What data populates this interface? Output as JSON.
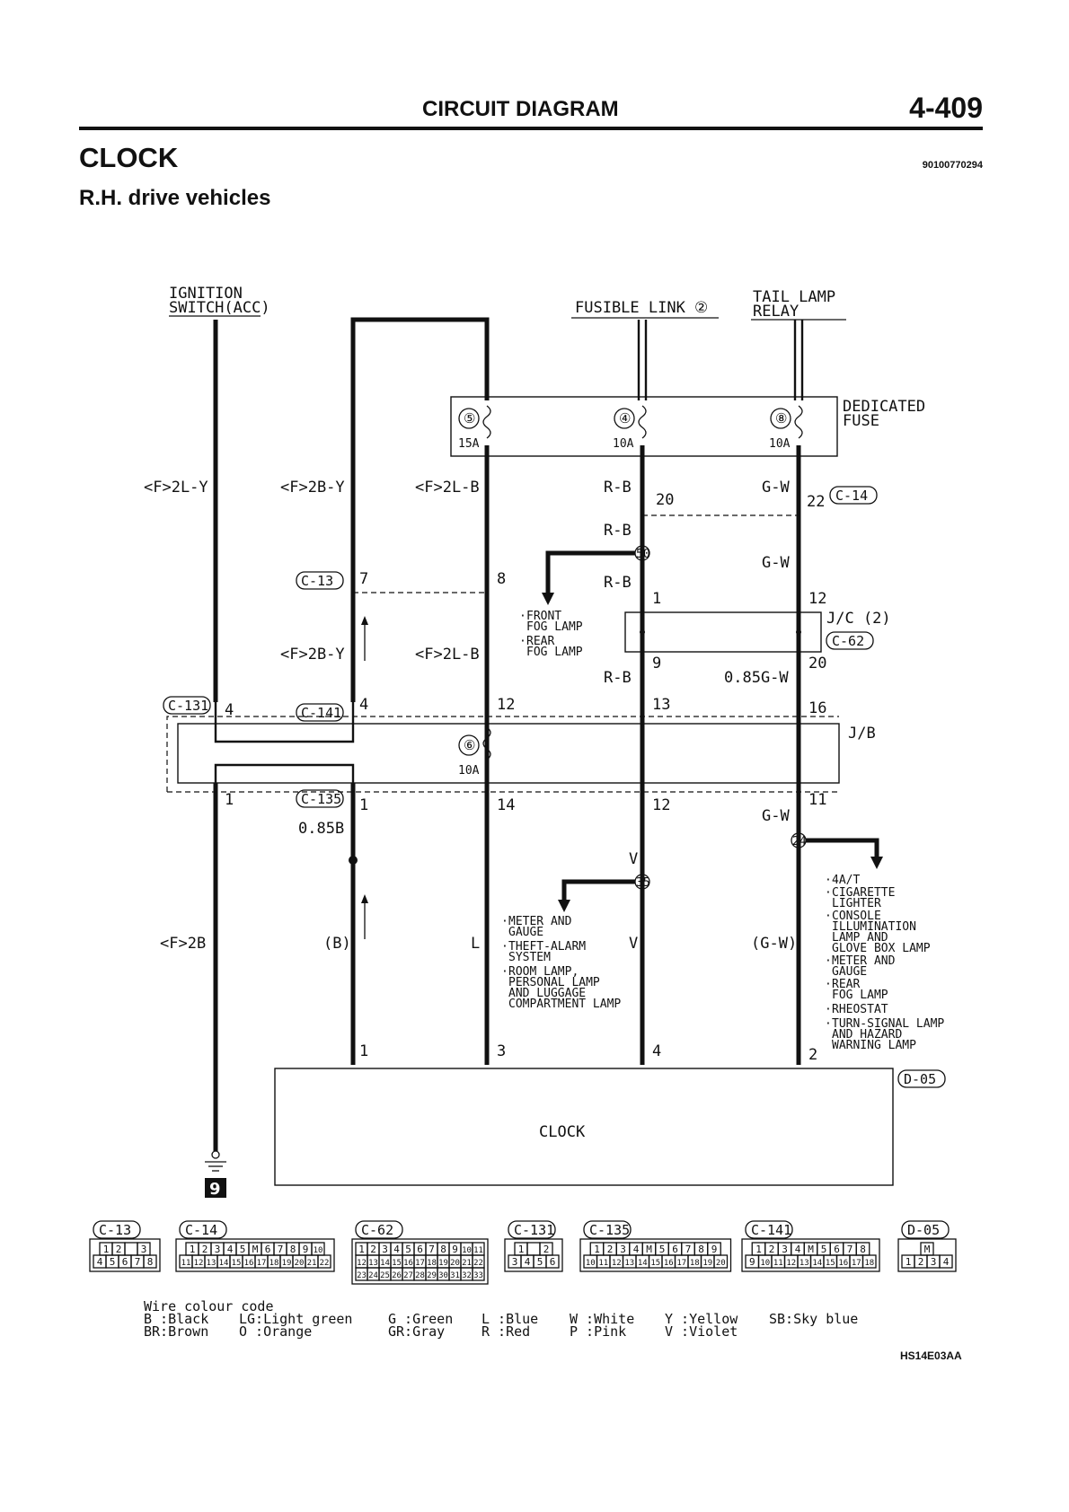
{
  "header": {
    "title": "CIRCUIT DIAGRAM",
    "page_number": "4-409",
    "section": "CLOCK",
    "section_code": "90100770294",
    "subtitle": "R.H. drive vehicles"
  },
  "sources": {
    "ignition": [
      "IGNITION",
      "SWITCH(ACC)"
    ],
    "fusible_link": "FUSIBLE LINK ②",
    "tail_lamp": [
      "TAIL LAMP",
      "RELAY"
    ]
  },
  "dedicated_fuse": {
    "label": [
      "DEDICATED",
      "FUSE"
    ],
    "fuses": [
      {
        "no": "⑤",
        "rating": "15A"
      },
      {
        "no": "④",
        "rating": "10A"
      },
      {
        "no": "⑧",
        "rating": "10A"
      }
    ]
  },
  "wires": {
    "w1": "<F>2L-Y",
    "w2": "<F>2B-Y",
    "w3": "<F>2L-B",
    "w4a": "R-B",
    "w4b": "R-B",
    "w4c": "R-B",
    "w4d": "R-B",
    "w5a": "G-W",
    "w5b": "G-W",
    "w2b": "<F>2B-Y",
    "w3b": "<F>2L-B",
    "w5c": "0.85G-W",
    "w2c": "0.85B",
    "w5d": "G-W",
    "w4e": "V",
    "w1c": "<F>2B",
    "w2d": "(B)",
    "w3c": "L",
    "w4f": "V",
    "w5e": "(G-W)"
  },
  "connectors": {
    "c14": "C-14",
    "c13": "C-13",
    "c62": "C-62",
    "jc": "J/C (2)",
    "c131": "C-131",
    "c141": "C-141",
    "c135": "C-135",
    "jb": "J/B",
    "d05": "D-05"
  },
  "pins": {
    "p20": "20",
    "p22": "22",
    "p7": "7",
    "p8": "8",
    "p1a": "1",
    "p12a": "12",
    "p9": "9",
    "p20b": "20",
    "p4a": "4",
    "p4b": "4",
    "p12b": "12",
    "p13": "13",
    "p16": "16",
    "p1b": "1",
    "p1c": "1",
    "p14": "14",
    "p12c": "12",
    "p11": "11",
    "cl1": "1",
    "cl3": "3",
    "cl4": "4",
    "cl2": "2"
  },
  "splices": {
    "s50": "50",
    "s35": "35",
    "s24": "24"
  },
  "jb_fuse": {
    "no": "⑥",
    "rating": "10A"
  },
  "branches": {
    "fog": [
      "FRONT",
      "FOG LAMP",
      "REAR",
      "FOG LAMP"
    ],
    "meter": [
      "METER AND",
      "GAUGE",
      "THEFT-ALARM",
      "SYSTEM",
      "ROOM LAMP,",
      "PERSONAL LAMP",
      "AND LUGGAGE",
      "COMPARTMENT LAMP"
    ],
    "illum": [
      "4A/T",
      "CIGARETTE",
      "LIGHTER",
      "CONSOLE",
      "ILLUMINATION",
      "LAMP AND",
      "GLOVE BOX LAMP",
      "METER AND",
      "GAUGE",
      "REAR",
      "FOG LAMP",
      "RHEOSTAT",
      "TURN-SIGNAL LAMP",
      "AND HAZARD",
      "WARNING LAMP"
    ]
  },
  "clock_label": "CLOCK",
  "ground": "9",
  "connector_diagrams": {
    "labels": [
      "C-13",
      "C-14",
      "C-62",
      "C-131",
      "C-135",
      "C-141",
      "D-05"
    ],
    "c13_r1": [
      "1",
      "2",
      "",
      "3"
    ],
    "c13_r2": [
      "4",
      "5",
      "6",
      "7",
      "8"
    ],
    "c14_r1": [
      "1",
      "2",
      "3",
      "4",
      "5",
      "M",
      "6",
      "7",
      "8",
      "9",
      "10"
    ],
    "c14_r2": [
      "11",
      "12",
      "13",
      "14",
      "15",
      "16",
      "17",
      "18",
      "19",
      "20",
      "21",
      "22"
    ],
    "c62_r1": [
      "1",
      "2",
      "3",
      "4",
      "5",
      "6",
      "7",
      "8",
      "9",
      "10",
      "11"
    ],
    "c62_r2": [
      "12",
      "13",
      "14",
      "15",
      "16",
      "17",
      "18",
      "19",
      "20",
      "21",
      "22"
    ],
    "c62_r3": [
      "23",
      "24",
      "25",
      "26",
      "27",
      "28",
      "29",
      "30",
      "31",
      "32",
      "33"
    ],
    "c131_r1": [
      "1",
      "",
      "2"
    ],
    "c131_r2": [
      "3",
      "4",
      "5",
      "6"
    ],
    "c135_r1": [
      "1",
      "2",
      "3",
      "4",
      "M",
      "5",
      "6",
      "7",
      "8",
      "9"
    ],
    "c135_r2": [
      "10",
      "11",
      "12",
      "13",
      "14",
      "15",
      "16",
      "17",
      "18",
      "19",
      "20"
    ],
    "c141_r1": [
      "1",
      "2",
      "3",
      "4",
      "M",
      "5",
      "6",
      "7",
      "8"
    ],
    "c141_r2": [
      "9",
      "10",
      "11",
      "12",
      "13",
      "14",
      "15",
      "16",
      "17",
      "18"
    ],
    "d05_r1": [
      "M"
    ],
    "d05_r2": [
      "1",
      "2",
      "3",
      "4"
    ]
  },
  "legend": {
    "title": "Wire colour code",
    "row1": [
      "B :Black",
      "LG:Light green",
      "G :Green",
      "L :Blue",
      "W :White",
      "Y :Yellow",
      "SB:Sky blue"
    ],
    "row2": [
      "BR:Brown",
      "O :Orange",
      "GR:Gray",
      "R :Red",
      "P :Pink",
      "V :Violet"
    ]
  },
  "figure_code": "HS14E03AA"
}
